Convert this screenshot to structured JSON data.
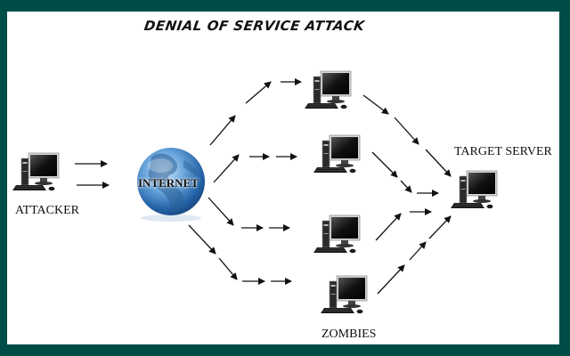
{
  "title": "DENIAL OF SERVICE ATTACK",
  "nodes": {
    "attacker": {
      "label": "ATTACKER",
      "icon": "desktop-computer-icon"
    },
    "internet": {
      "label": "INTERNET",
      "icon": "globe-icon"
    },
    "zombies": {
      "label": "ZOMBIES",
      "count": 4,
      "icon": "desktop-computer-icon"
    },
    "target": {
      "label": "TARGET SERVER",
      "icon": "desktop-computer-icon"
    }
  },
  "edges": [
    {
      "from": "attacker",
      "to": "internet"
    },
    {
      "from": "attacker",
      "to": "internet"
    },
    {
      "from": "internet",
      "to": "zombie-1"
    },
    {
      "from": "internet",
      "to": "zombie-2"
    },
    {
      "from": "internet",
      "to": "zombie-3"
    },
    {
      "from": "internet",
      "to": "zombie-4"
    },
    {
      "from": "zombie-1",
      "to": "target"
    },
    {
      "from": "zombie-2",
      "to": "target"
    },
    {
      "from": "zombie-3",
      "to": "target"
    },
    {
      "from": "zombie-4",
      "to": "target"
    }
  ],
  "colors": {
    "frame": "#004d47",
    "background": "#ffffff",
    "globe": "#3a7fc1",
    "arrow": "#111111"
  }
}
